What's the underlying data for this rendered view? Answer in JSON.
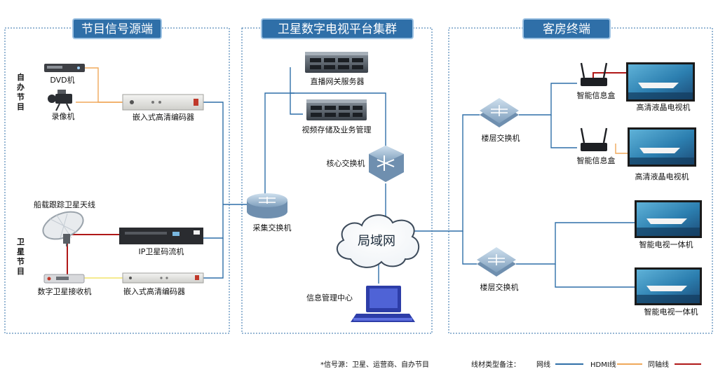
{
  "panels": {
    "source": {
      "title": "节目信号源端"
    },
    "platform": {
      "title": "卫星数字电视平台集群"
    },
    "terminal": {
      "title": "客房终端"
    }
  },
  "side_labels": {
    "self": "自办节目",
    "satellite": "卫星节目"
  },
  "source_devices": {
    "dvd": "DVD机",
    "recorder": "录像机",
    "encoder_top": "嵌入式高清编码器",
    "antenna": "船载跟踪卫星天线",
    "ip_streamer": "IP卫星码流机",
    "sat_receiver": "数字卫星接收机",
    "encoder_bottom": "嵌入式高清编码器"
  },
  "platform_devices": {
    "gateway_server": "直播网关服务器",
    "storage_server": "视频存储及业务管理",
    "core_switch": "核心交换机",
    "collect_switch": "采集交换机",
    "lan": "局域网",
    "mgmt_center": "信息管理中心"
  },
  "terminal_devices": {
    "floor_switch_1": "楼层交换机",
    "floor_switch_2": "楼层交换机",
    "stb_1": "智能信息盒",
    "stb_2": "智能信息盒",
    "tv_1": "高清液晶电视机",
    "tv_2": "高清液晶电视机",
    "aio_1": "智能电视一体机",
    "aio_2": "智能电视一体机"
  },
  "footer": {
    "source_note": "*信号源：卫星、运营商、自办节目",
    "legend_title": "线材类型备注：",
    "legend": [
      {
        "label": "网线",
        "color": "#2f6fa8"
      },
      {
        "label": "HDMI线",
        "color": "#f0a85a"
      },
      {
        "label": "同轴线",
        "color": "#b01818"
      }
    ]
  },
  "colors": {
    "panel_header": "#2f6fa8",
    "network_line": "#2f6fa8",
    "hdmi_line": "#f0a85a",
    "coax_line": "#b01818",
    "yellow_line": "#f2e36a"
  }
}
